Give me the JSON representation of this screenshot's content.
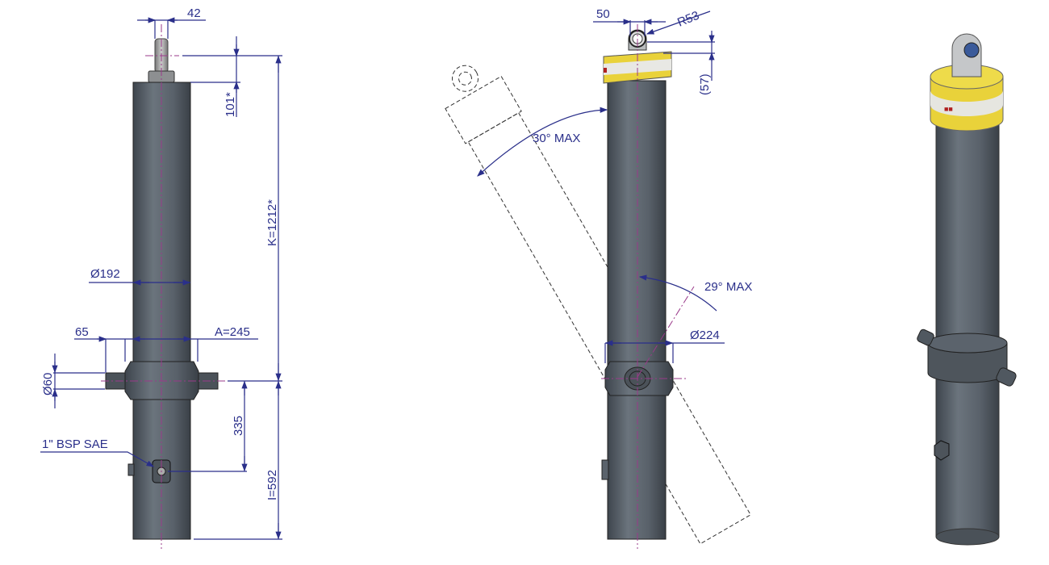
{
  "views": {
    "front": {
      "dimensions": {
        "rod_width": "42",
        "eye_offset": "101*",
        "closed_length": "K=1212*",
        "body_diameter": "Ø192",
        "pin_length": "65",
        "trunnion_span": "A=245",
        "pin_diameter": "Ø60",
        "port_distance": "335",
        "trunnion_to_base": "I=592",
        "port_spec": "1\" BSP SAE"
      }
    },
    "side": {
      "dimensions": {
        "eye_width": "50",
        "eye_radius": "R53",
        "eye_height": "(57)",
        "tilt_back": "30° MAX",
        "tilt_forward": "29° MAX",
        "ring_diameter": "Ø224"
      }
    },
    "iso": {}
  },
  "colors": {
    "dimension": "#2a2f8a",
    "body": "#5b636c",
    "cap_yellow": "#e9d23a",
    "centerline": "#9a3a8a"
  }
}
